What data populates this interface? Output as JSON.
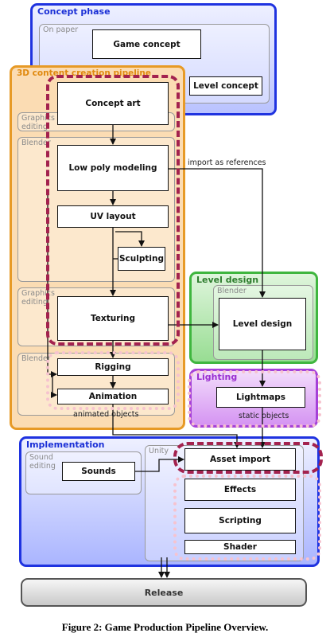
{
  "phases": {
    "concept": "Concept phase",
    "pipeline": "3D content creation pipeline",
    "level_design": "Level design",
    "lighting": "Lighting",
    "implementation": "Implementation"
  },
  "regions": {
    "on_paper": "On paper",
    "graphics_editing_1": "Graphics\nediting",
    "blender_1": "Blender",
    "graphics_editing_2": "Graphics\nediting",
    "blender_2": "Blender",
    "level_blender": "Blender",
    "sound_editing": "Sound\nediting",
    "unity": "Unity"
  },
  "boxes": {
    "game_concept": "Game concept",
    "level_concept": "Level concept",
    "concept_art": "Concept art",
    "low_poly_modeling": "Low poly modeling",
    "uv_layout": "UV layout",
    "sculpting": "Sculpting",
    "texturing": "Texturing",
    "level_design": "Level design",
    "rigging": "Rigging",
    "animation": "Animation",
    "lightmaps": "Lightmaps",
    "sounds": "Sounds",
    "asset_import": "Asset import",
    "effects": "Effects",
    "scripting": "Scripting",
    "shader": "Shader",
    "release": "Release"
  },
  "annotations": {
    "import_refs": "import as references",
    "animated_objects": "animated objects",
    "static_objects": "static objects"
  },
  "caption": "Figure 2: Game Production Pipeline Overview.",
  "colors": {
    "concept_border": "#1f33e0",
    "pipeline_border": "#e79a26",
    "level_border": "#3fb63f",
    "lighting_border": "#a640d8",
    "highlight_maroon": "#a3224e",
    "highlight_pink": "#f6c3cf"
  }
}
